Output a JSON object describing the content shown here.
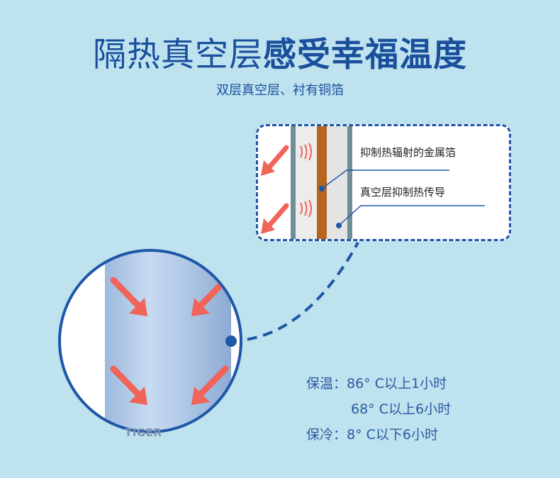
{
  "title": {
    "light": "隔热真空层",
    "bold": "感受幸福温度"
  },
  "subtitle": "双层真空层、衬有铜箔",
  "callouts": {
    "metal_foil": "抑制热辐射的金属箔",
    "vacuum": "真空层抑制热传导"
  },
  "bottle": {
    "brand": "TIGER"
  },
  "specs": [
    "保温：86° C以上1小时",
    "68° C以上6小时",
    "保冷：8° C以下6小时"
  ],
  "colors": {
    "background": "#bfe2ef",
    "title_blue": "#1a4f9c",
    "dashed_border": "#1f57a8",
    "arrow_red": "#f0645a",
    "copper_foil": "#b5651d",
    "bottle_blue": "#a7c4e6"
  }
}
